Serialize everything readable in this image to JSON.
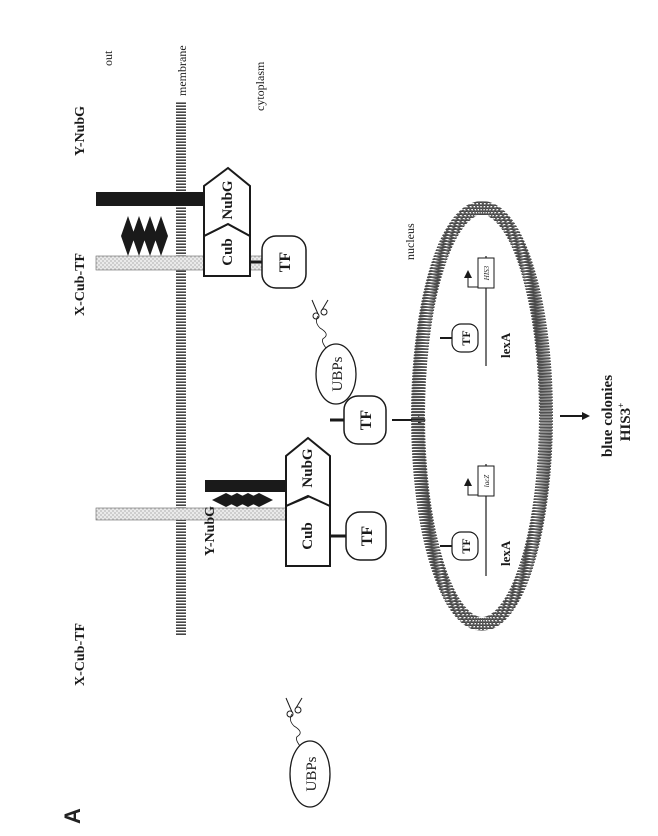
{
  "figure": {
    "panel_label": "A",
    "orientation": "rotated 90 degrees counter-clockwise",
    "regions": {
      "out": "out",
      "membrane": "membrane",
      "cytoplasm": "cytoplasm"
    },
    "left_panel": {
      "bait_label": "X-Cub-TF",
      "prey_label": "Y-NubG",
      "cub_label": "Cub",
      "nubg_label": "NubG",
      "tf_label": "TF",
      "ubp_label": "UBPs"
    },
    "right_panel": {
      "bait_label": "X-Cub-TF",
      "prey_label": "Y-NubG",
      "cub_label": "Cub",
      "nubg_label": "NubG",
      "tf_label": "TF",
      "ubp_label": "UBPs"
    },
    "released_tf_label": "TF",
    "nucleus": {
      "label": "nucleus",
      "reporters": [
        {
          "tf_label": "TF",
          "operator_label": "lexA",
          "gene_label": "lacZ"
        },
        {
          "tf_label": "TF",
          "operator_label": "lexA",
          "gene_label": "HIS3"
        }
      ]
    },
    "outcome": {
      "line1": "blue colonies",
      "line2": "HIS3",
      "line2_superscript": "+"
    }
  },
  "colors": {
    "ink": "#1a1a1a",
    "membrane": "#555555",
    "bait_fill": "#e6e6e6",
    "background": "#ffffff"
  }
}
